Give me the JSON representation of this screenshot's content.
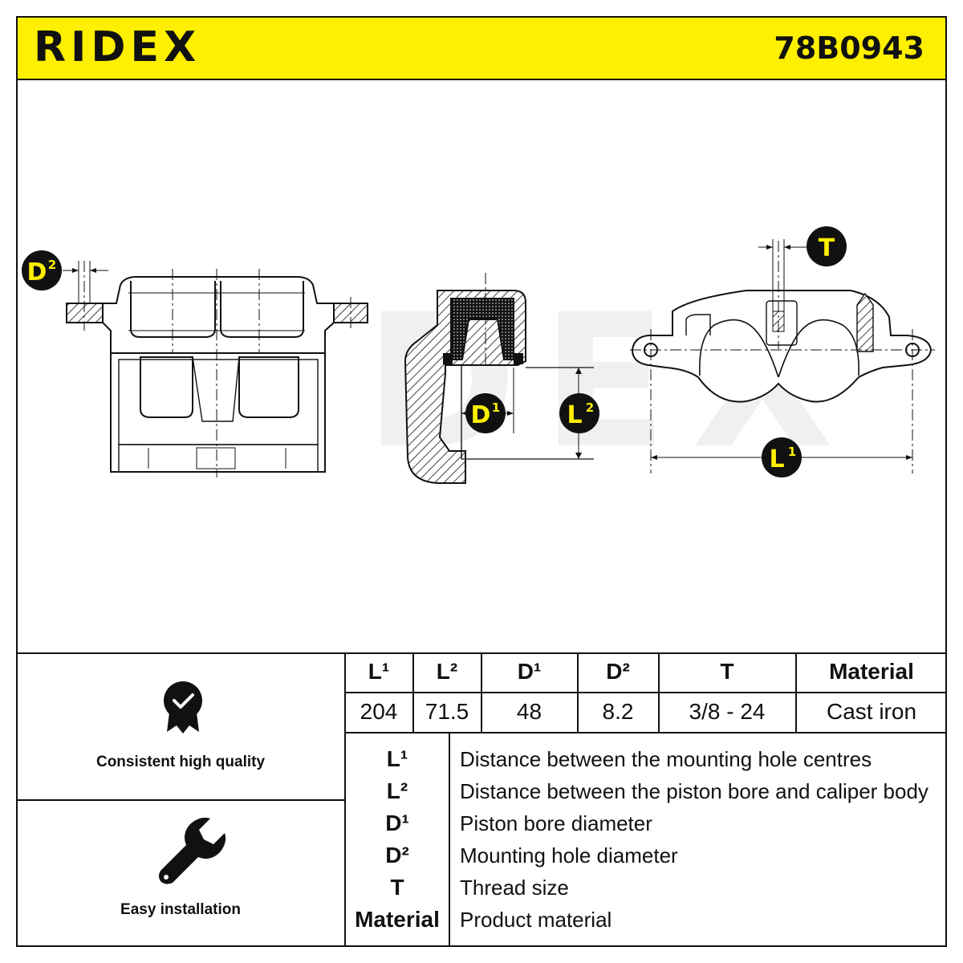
{
  "header": {
    "brand": "RIDEX",
    "part_number": "78B0943",
    "background_color": "#ffef00"
  },
  "drawing": {
    "watermark": "RIDEX",
    "badges": {
      "d2": {
        "main": "D",
        "sup": "2"
      },
      "d1": {
        "main": "D",
        "sup": "1"
      },
      "l2": {
        "main": "L",
        "sup": "2"
      },
      "l1": {
        "main": "L",
        "sup": "1"
      },
      "t": {
        "main": "T",
        "sup": ""
      }
    }
  },
  "features": [
    {
      "icon": "quality-badge-icon",
      "label": "Consistent high quality"
    },
    {
      "icon": "wrench-icon",
      "label": "Easy installation"
    }
  ],
  "specs": {
    "headers": [
      "L¹",
      "L²",
      "D¹",
      "D²",
      "T",
      "Material"
    ],
    "values": [
      "204",
      "71.5",
      "48",
      "8.2",
      "3/8 - 24",
      "Cast iron"
    ]
  },
  "legend": [
    {
      "key": "L¹",
      "desc": "Distance between the mounting hole centres"
    },
    {
      "key": "L²",
      "desc": "Distance between the piston bore and caliper body"
    },
    {
      "key": "D¹",
      "desc": "Piston bore diameter"
    },
    {
      "key": "D²",
      "desc": "Mounting hole diameter"
    },
    {
      "key": "T",
      "desc": "Thread size"
    },
    {
      "key": "Material",
      "desc": "Product material"
    }
  ]
}
